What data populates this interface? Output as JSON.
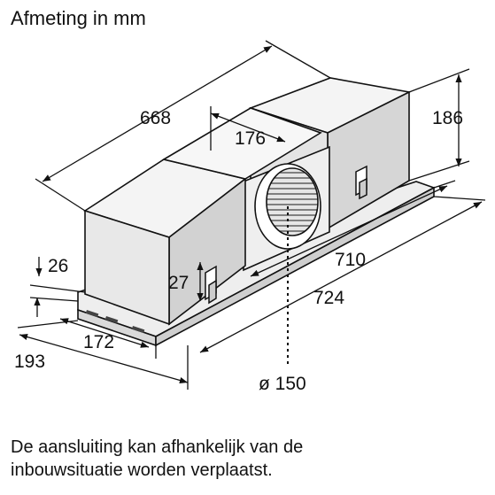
{
  "title": "Afmeting in mm",
  "note": {
    "line1": "De aansluiting kan afhankelijk van de",
    "line2": "inbouwsituatie worden verplaatst."
  },
  "dimensions": {
    "length_total": "668",
    "height": "186",
    "module_width": "176",
    "length_710": "710",
    "length_724": "724",
    "flange_26": "26",
    "offset_27": "27",
    "depth_172": "172",
    "depth_193": "193",
    "duct_diameter": "ø 150"
  }
}
